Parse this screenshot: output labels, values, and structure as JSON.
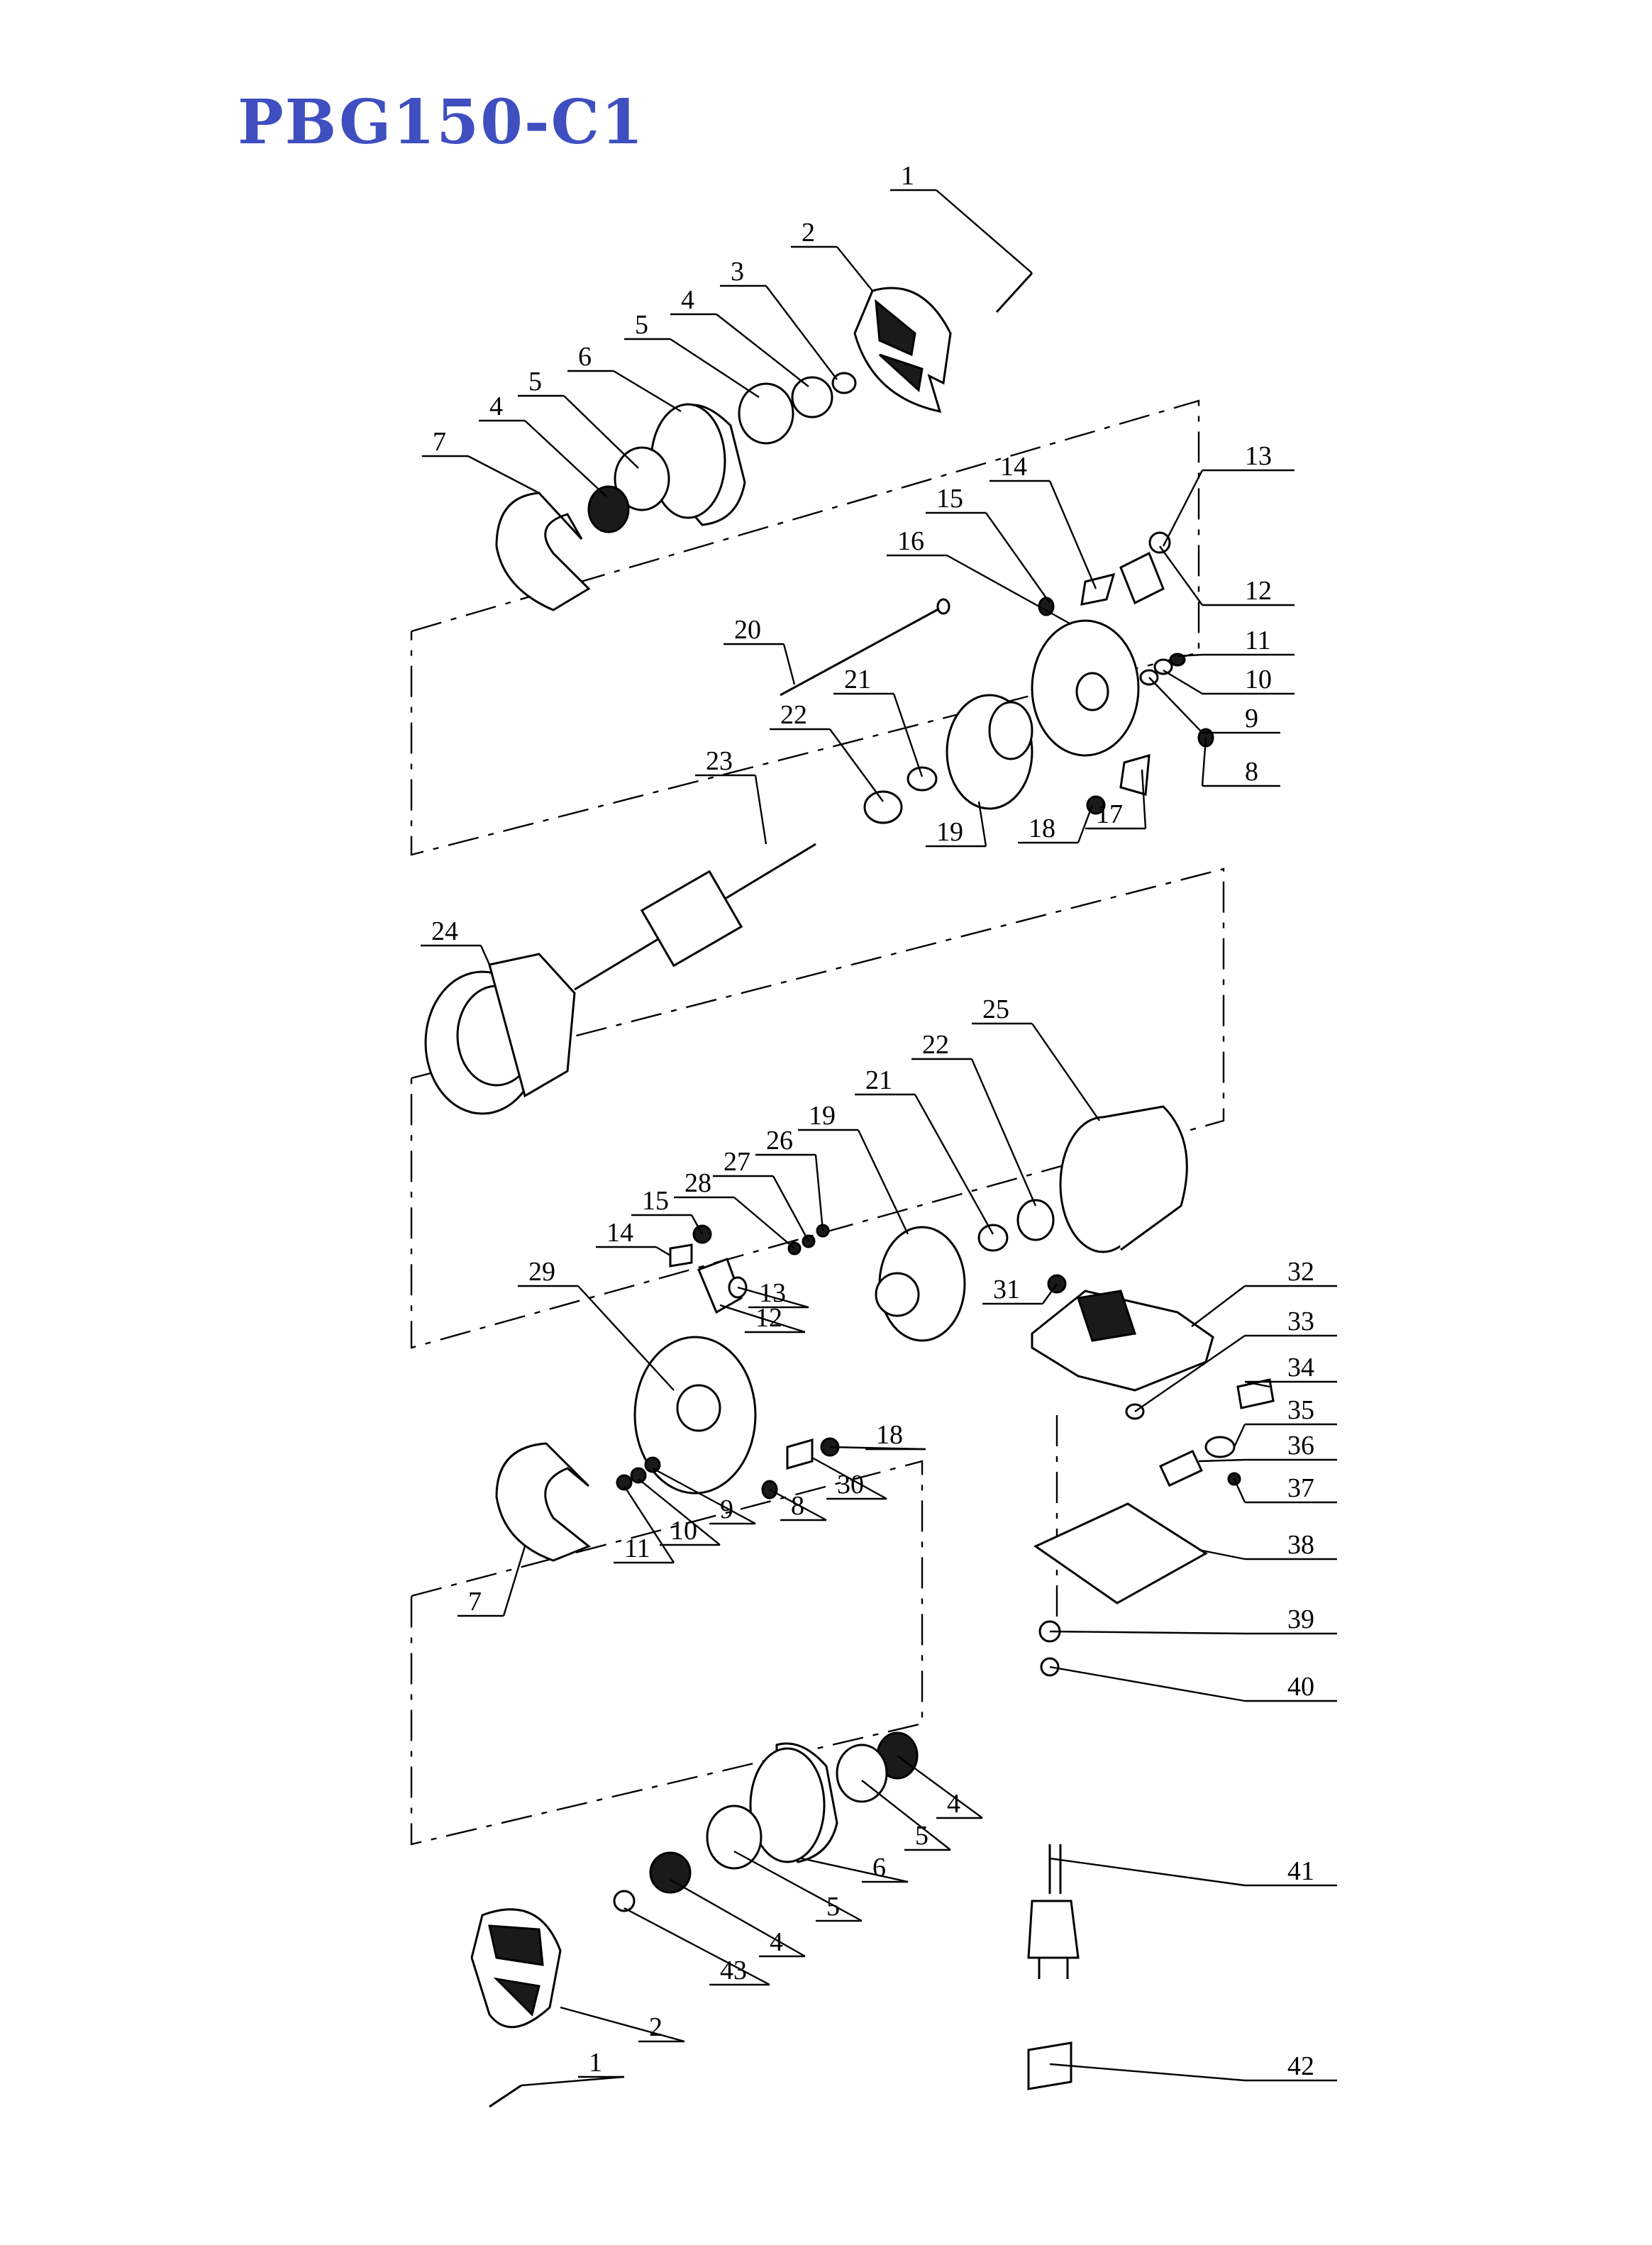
{
  "title": "PBG150-C1",
  "accent_color": "#3f4fc0",
  "callouts": [
    "1",
    "2",
    "3",
    "4",
    "5",
    "6",
    "7",
    "4",
    "5",
    "13",
    "14",
    "15",
    "16",
    "12",
    "11",
    "10",
    "9",
    "8",
    "20",
    "21",
    "22",
    "23",
    "19",
    "18",
    "17",
    "24",
    "25",
    "22",
    "21",
    "19",
    "26",
    "27",
    "28",
    "15",
    "14",
    "13",
    "12",
    "29",
    "31",
    "32",
    "33",
    "34",
    "35",
    "36",
    "37",
    "18",
    "30",
    "8",
    "9",
    "10",
    "11",
    "7",
    "38",
    "39",
    "40",
    "4",
    "5",
    "6",
    "5",
    "4",
    "43",
    "2",
    "1",
    "41",
    "42"
  ]
}
